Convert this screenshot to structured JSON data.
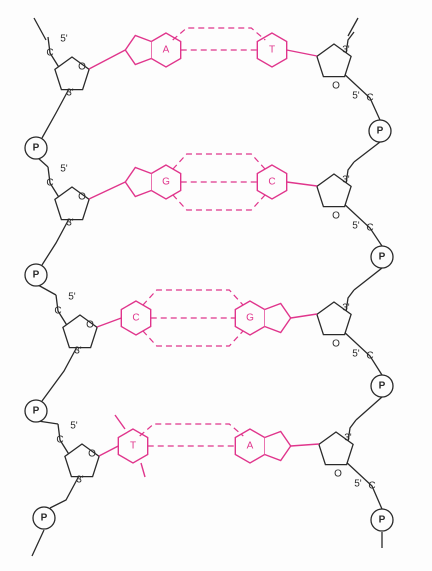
{
  "colors": {
    "base": "#e0358c",
    "backbone": "#2a2a2a",
    "background": "#fdfdfd"
  },
  "labels": {
    "five_prime": "5'",
    "three_prime": "3'",
    "ring_oxygen": "O",
    "carbon": "C",
    "phosphate": "P"
  },
  "base_pairs": [
    {
      "left": "A",
      "right": "T"
    },
    {
      "left": "G",
      "right": "C"
    },
    {
      "left": "C",
      "right": "G"
    },
    {
      "left": "T",
      "right": "A"
    }
  ]
}
